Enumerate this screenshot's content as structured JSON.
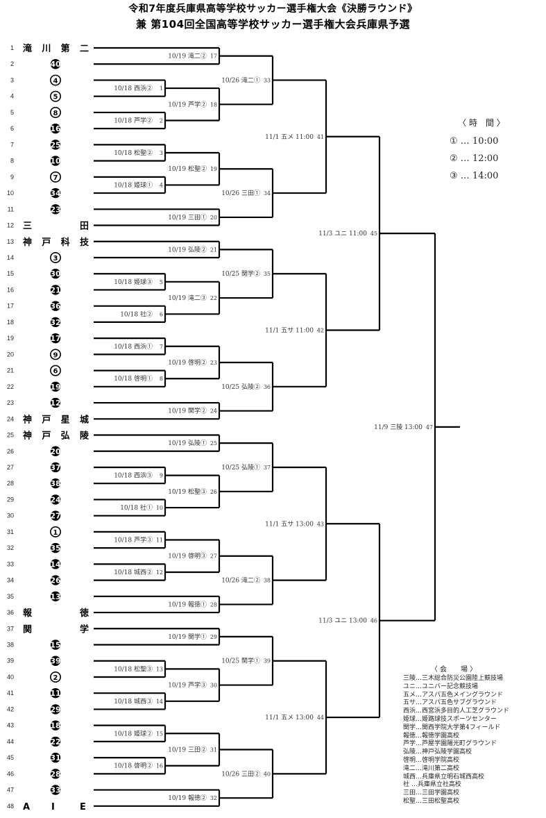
{
  "title": {
    "line1": "令和7年度兵庫県高等学校サッカー選手権大会《決勝ラウンド》",
    "line2": "兼 第104回全国高等学校サッカー選手権大会兵庫県予選"
  },
  "entries": [
    {
      "no": "1",
      "team": "滝 川 第 二",
      "seed": null
    },
    {
      "no": "2",
      "team": null,
      "seed": "40",
      "style": "filled"
    },
    {
      "no": "3",
      "team": null,
      "seed": "4",
      "style": "outline"
    },
    {
      "no": "4",
      "team": null,
      "seed": "5",
      "style": "outline"
    },
    {
      "no": "5",
      "team": null,
      "seed": "8",
      "style": "outline"
    },
    {
      "no": "6",
      "team": null,
      "seed": "16",
      "style": "filled"
    },
    {
      "no": "7",
      "team": null,
      "seed": "25",
      "style": "filled"
    },
    {
      "no": "8",
      "team": null,
      "seed": "10",
      "style": "filled"
    },
    {
      "no": "9",
      "team": null,
      "seed": "7",
      "style": "outline"
    },
    {
      "no": "10",
      "team": null,
      "seed": "34",
      "style": "filled"
    },
    {
      "no": "11",
      "team": null,
      "seed": "23",
      "style": "filled"
    },
    {
      "no": "12",
      "team": "三　　　田",
      "seed": null
    },
    {
      "no": "13",
      "team": "神 戸 科 技",
      "seed": null
    },
    {
      "no": "14",
      "team": null,
      "seed": "3",
      "style": "outline"
    },
    {
      "no": "15",
      "team": null,
      "seed": "30",
      "style": "filled"
    },
    {
      "no": "16",
      "team": null,
      "seed": "21",
      "style": "filled"
    },
    {
      "no": "17",
      "team": null,
      "seed": "36",
      "style": "filled"
    },
    {
      "no": "18",
      "team": null,
      "seed": "32",
      "style": "filled"
    },
    {
      "no": "19",
      "team": null,
      "seed": "17",
      "style": "filled"
    },
    {
      "no": "20",
      "team": null,
      "seed": "9",
      "style": "outline"
    },
    {
      "no": "21",
      "team": null,
      "seed": "6",
      "style": "outline"
    },
    {
      "no": "22",
      "team": null,
      "seed": "19",
      "style": "filled"
    },
    {
      "no": "23",
      "team": null,
      "seed": "12",
      "style": "filled"
    },
    {
      "no": "24",
      "team": "神 戸 星 城",
      "seed": null
    },
    {
      "no": "25",
      "team": "神 戸 弘 陵",
      "seed": null
    },
    {
      "no": "26",
      "team": null,
      "seed": "20",
      "style": "filled"
    },
    {
      "no": "27",
      "team": null,
      "seed": "37",
      "style": "filled"
    },
    {
      "no": "28",
      "team": null,
      "seed": "38",
      "style": "filled"
    },
    {
      "no": "29",
      "team": null,
      "seed": "24",
      "style": "filled"
    },
    {
      "no": "30",
      "team": null,
      "seed": "27",
      "style": "filled"
    },
    {
      "no": "31",
      "team": null,
      "seed": "1",
      "style": "outline"
    },
    {
      "no": "32",
      "team": null,
      "seed": "35",
      "style": "filled"
    },
    {
      "no": "33",
      "team": null,
      "seed": "14",
      "style": "filled"
    },
    {
      "no": "34",
      "team": null,
      "seed": "26",
      "style": "filled"
    },
    {
      "no": "35",
      "team": null,
      "seed": "13",
      "style": "filled"
    },
    {
      "no": "36",
      "team": "報　　　徳",
      "seed": null
    },
    {
      "no": "37",
      "team": "関　　　学",
      "seed": null
    },
    {
      "no": "38",
      "team": null,
      "seed": "15",
      "style": "filled"
    },
    {
      "no": "39",
      "team": null,
      "seed": "39",
      "style": "filled"
    },
    {
      "no": "40",
      "team": null,
      "seed": "2",
      "style": "outline"
    },
    {
      "no": "41",
      "team": null,
      "seed": "11",
      "style": "filled"
    },
    {
      "no": "42",
      "team": null,
      "seed": "29",
      "style": "filled"
    },
    {
      "no": "43",
      "team": null,
      "seed": "18",
      "style": "filled"
    },
    {
      "no": "44",
      "team": null,
      "seed": "22",
      "style": "filled"
    },
    {
      "no": "45",
      "team": null,
      "seed": "31",
      "style": "filled"
    },
    {
      "no": "46",
      "team": null,
      "seed": "28",
      "style": "filled"
    },
    {
      "no": "47",
      "team": null,
      "seed": "33",
      "style": "filled"
    },
    {
      "no": "48",
      "team": "A　 I　 E",
      "seed": null
    }
  ],
  "matches": [
    {
      "id": "1",
      "date": "10/18",
      "venue": "西浜",
      "slot": "②",
      "a": "r3",
      "b": "r4"
    },
    {
      "id": "2",
      "date": "10/18",
      "venue": "芦学",
      "slot": "②",
      "a": "r5",
      "b": "r6"
    },
    {
      "id": "3",
      "date": "10/18",
      "venue": "松聖",
      "slot": "②",
      "a": "r7",
      "b": "r8"
    },
    {
      "id": "4",
      "date": "10/18",
      "venue": "姫球",
      "slot": "①",
      "a": "r9",
      "b": "r10"
    },
    {
      "id": "5",
      "date": "10/18",
      "venue": "姫球",
      "slot": "③",
      "a": "r15",
      "b": "r16"
    },
    {
      "id": "6",
      "date": "10/18",
      "venue": "社",
      "slot": "②",
      "a": "r17",
      "b": "r18"
    },
    {
      "id": "7",
      "date": "10/18",
      "venue": "西浜",
      "slot": "①",
      "a": "r19",
      "b": "r20"
    },
    {
      "id": "8",
      "date": "10/18",
      "venue": "啓明",
      "slot": "①",
      "a": "r21",
      "b": "r22"
    },
    {
      "id": "9",
      "date": "10/18",
      "venue": "西浜",
      "slot": "③",
      "a": "r27",
      "b": "r28"
    },
    {
      "id": "10",
      "date": "10/18",
      "venue": "社",
      "slot": "①",
      "a": "r29",
      "b": "r30"
    },
    {
      "id": "11",
      "date": "10/18",
      "venue": "芦学",
      "slot": "③",
      "a": "r31",
      "b": "r32"
    },
    {
      "id": "12",
      "date": "10/18",
      "venue": "城西",
      "slot": "②",
      "a": "r33",
      "b": "r34"
    },
    {
      "id": "13",
      "date": "10/18",
      "venue": "松聖",
      "slot": "③",
      "a": "r39",
      "b": "r40"
    },
    {
      "id": "14",
      "date": "10/18",
      "venue": "城西",
      "slot": "③",
      "a": "r41",
      "b": "r42"
    },
    {
      "id": "15",
      "date": "10/18",
      "venue": "姫球",
      "slot": "②",
      "a": "r43",
      "b": "r44"
    },
    {
      "id": "16",
      "date": "10/18",
      "venue": "啓明",
      "slot": "②",
      "a": "r45",
      "b": "r46"
    },
    {
      "id": "17",
      "date": "10/19",
      "venue": "滝二",
      "slot": "②",
      "a": "r1",
      "b": "r2"
    },
    {
      "id": "18",
      "date": "10/19",
      "venue": "芦学",
      "slot": "②",
      "a": "1",
      "b": "2"
    },
    {
      "id": "19",
      "date": "10/19",
      "venue": "松聖",
      "slot": "②",
      "a": "3",
      "b": "4"
    },
    {
      "id": "20",
      "date": "10/19",
      "venue": "三田",
      "slot": "①",
      "a": "r11",
      "b": "r12"
    },
    {
      "id": "21",
      "date": "10/19",
      "venue": "弘陵",
      "slot": "②",
      "a": "r13",
      "b": "r14"
    },
    {
      "id": "22",
      "date": "10/19",
      "venue": "滝二",
      "slot": "③",
      "a": "5",
      "b": "6"
    },
    {
      "id": "23",
      "date": "10/19",
      "venue": "啓明",
      "slot": "②",
      "a": "7",
      "b": "8"
    },
    {
      "id": "24",
      "date": "10/19",
      "venue": "関学",
      "slot": "②",
      "a": "r23",
      "b": "r24"
    },
    {
      "id": "25",
      "date": "10/19",
      "venue": "弘陵",
      "slot": "①",
      "a": "r25",
      "b": "r26"
    },
    {
      "id": "26",
      "date": "10/19",
      "venue": "松聖",
      "slot": "③",
      "a": "9",
      "b": "10"
    },
    {
      "id": "27",
      "date": "10/19",
      "venue": "啓明",
      "slot": "③",
      "a": "11",
      "b": "12"
    },
    {
      "id": "28",
      "date": "10/19",
      "venue": "報徳",
      "slot": "①",
      "a": "r35",
      "b": "r36"
    },
    {
      "id": "29",
      "date": "10/19",
      "venue": "関学",
      "slot": "①",
      "a": "r37",
      "b": "r38"
    },
    {
      "id": "30",
      "date": "10/19",
      "venue": "芦学",
      "slot": "③",
      "a": "13",
      "b": "14"
    },
    {
      "id": "31",
      "date": "10/19",
      "venue": "三田",
      "slot": "②",
      "a": "15",
      "b": "16"
    },
    {
      "id": "32",
      "date": "10/19",
      "venue": "報徳",
      "slot": "②",
      "a": "r47",
      "b": "r48"
    },
    {
      "id": "33",
      "date": "10/26",
      "venue": "滝二",
      "slot": "①",
      "a": "17",
      "b": "18"
    },
    {
      "id": "34",
      "date": "10/26",
      "venue": "三田",
      "slot": "①",
      "a": "19",
      "b": "20"
    },
    {
      "id": "35",
      "date": "10/25",
      "venue": "関学",
      "slot": "②",
      "a": "21",
      "b": "22"
    },
    {
      "id": "36",
      "date": "10/25",
      "venue": "弘陵",
      "slot": "②",
      "a": "23",
      "b": "24"
    },
    {
      "id": "37",
      "date": "10/25",
      "venue": "弘陵",
      "slot": "①",
      "a": "25",
      "b": "26"
    },
    {
      "id": "38",
      "date": "10/26",
      "venue": "滝二",
      "slot": "②",
      "a": "27",
      "b": "28"
    },
    {
      "id": "39",
      "date": "10/25",
      "venue": "関学",
      "slot": "①",
      "a": "29",
      "b": "30"
    },
    {
      "id": "40",
      "date": "10/26",
      "venue": "三田",
      "slot": "②",
      "a": "31",
      "b": "32"
    },
    {
      "id": "41",
      "date": "11/1",
      "venue": "五メ",
      "time": "11:00",
      "a": "33",
      "b": "34"
    },
    {
      "id": "42",
      "date": "11/1",
      "venue": "五サ",
      "time": "11:00",
      "a": "35",
      "b": "36"
    },
    {
      "id": "43",
      "date": "11/1",
      "venue": "五サ",
      "time": "13:00",
      "a": "37",
      "b": "38"
    },
    {
      "id": "44",
      "date": "11/1",
      "venue": "五メ",
      "time": "13:00",
      "a": "39",
      "b": "40"
    },
    {
      "id": "45",
      "date": "11/3",
      "venue": "ユニ",
      "time": "11:00",
      "a": "41",
      "b": "42"
    },
    {
      "id": "46",
      "date": "11/3",
      "venue": "ユニ",
      "time": "13:00",
      "a": "43",
      "b": "44"
    },
    {
      "id": "47",
      "date": "11/9",
      "venue": "三陵",
      "time": "13:00",
      "a": "45",
      "b": "46"
    }
  ],
  "time_legend": {
    "heading": "〈 時　間 〉",
    "items": [
      "① … 10:00",
      "② … 12:00",
      "③ … 14:00"
    ]
  },
  "venue_legend": {
    "heading": "〈 会　　場 〉",
    "items": [
      "三陵…三木総合防災公園陸上競技場",
      "ユニ…ユニバー記念競技場",
      "五メ…アスパ五色メイングラウンド",
      "五サ…アスパ五色サブグラウンド",
      "西浜…西宮浜多目的人工芝グラウンド",
      "姫球…姫路球技スポーツセンター",
      "関学…関西学院大学第4フィールド",
      "報徳…報徳学園高校",
      "芦学…芦屋学園陽光町グラウンド",
      "弘陵…神戸弘陵学園高校",
      "啓明…啓明学院高校",
      "滝二…滝川第二高校",
      "城西…兵庫県立明石城西高校",
      " 社 …兵庫県立社高校",
      "三田…三田学園高校",
      "松聖…三田松聖高校"
    ]
  }
}
